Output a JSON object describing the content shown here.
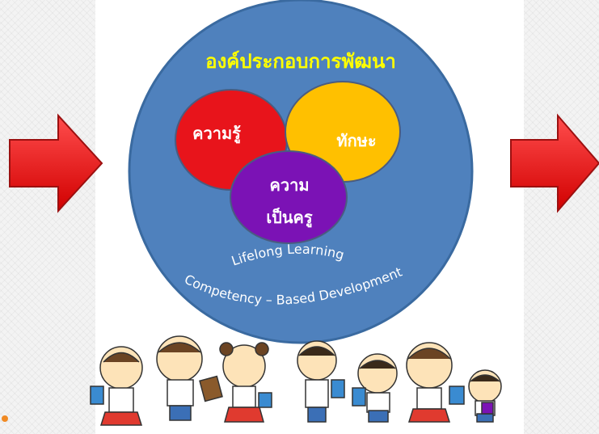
{
  "diagram": {
    "title": "องค์ประกอบการพัฒนา",
    "components": [
      {
        "label": "ความรู้",
        "color": "#e8141b"
      },
      {
        "label": "ทักษะ",
        "color": "#ffc000"
      },
      {
        "label_line1": "ความ",
        "label_line2": "เป็นครู",
        "color": "#7b12b5"
      }
    ],
    "arc_texts": [
      "Lifelong Learning",
      "Competency – Based Development"
    ],
    "colors": {
      "circle": "#4f81bd",
      "title": "#ffff00",
      "arrow": "#ff1a1a"
    }
  },
  "icons": [
    "arrow-right-icon",
    "arrow-right-icon",
    "children-illustration"
  ]
}
